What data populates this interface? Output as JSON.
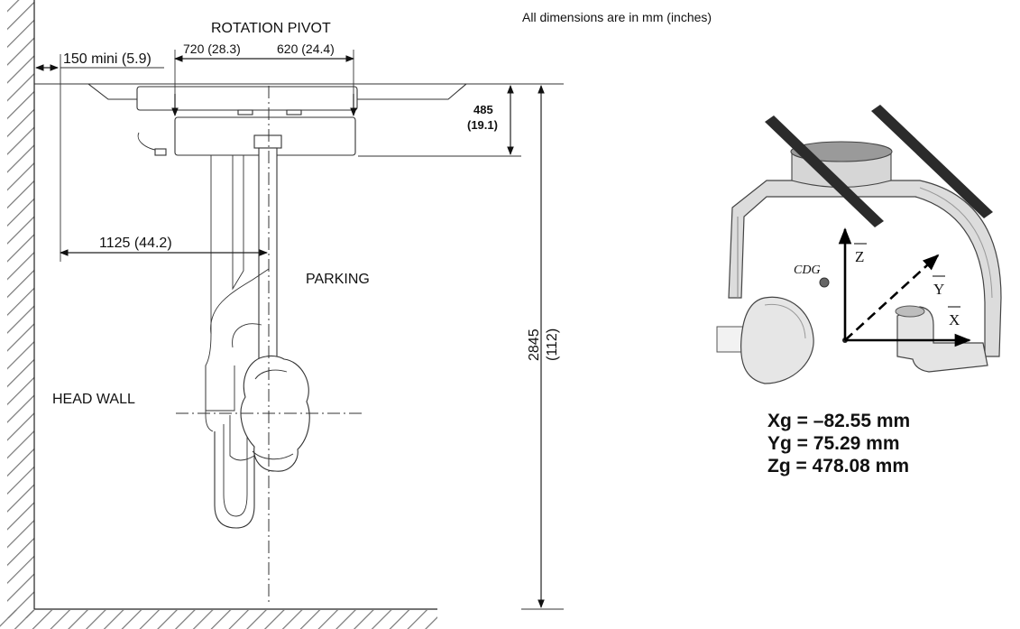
{
  "drawing": {
    "units_note": "All dimensions are in mm (inches)",
    "labels": {
      "rotation_pivot": "ROTATION PIVOT",
      "parking": "PARKING",
      "head_wall": "HEAD WALL"
    },
    "dimensions": {
      "wall_clearance": "150 mini (5.9)",
      "pivot_left": "720 (28.3)",
      "pivot_right": "620 (24.4)",
      "plate_height_mm": "485",
      "plate_height_in": "(19.1)",
      "reach": "1125 (44.2)",
      "total_height_mm": "2845",
      "total_height_in": "(112)"
    }
  },
  "model": {
    "cdg_label": "CDG",
    "axes": {
      "z": "Z",
      "y": "Y",
      "x": "X"
    },
    "center_of_gravity": {
      "xg": "Xg = –82.55 mm",
      "yg": "Yg = 75.29 mm",
      "zg": "Zg = 478.08 mm"
    }
  }
}
